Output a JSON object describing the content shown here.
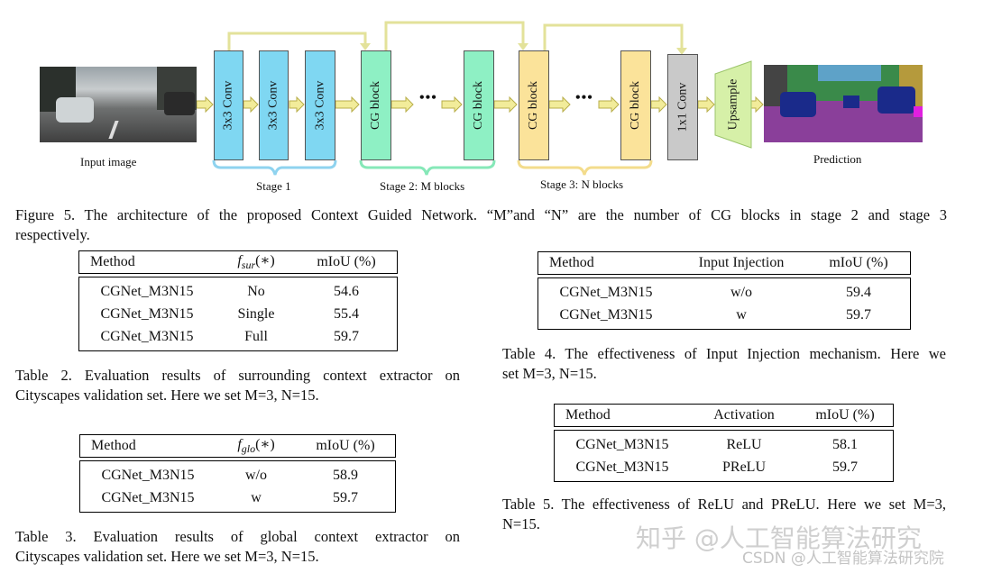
{
  "figure": {
    "input_label": "Input image",
    "prediction_label": "Prediction",
    "blocks": {
      "conv": "3x3 Conv",
      "cg": "CG block",
      "one": "1x1 Conv",
      "up": "Upsample",
      "dots": "•••"
    },
    "stages": [
      "Stage 1",
      "Stage 2: M blocks",
      "Stage 3: N blocks"
    ],
    "caption_line1": "Figure 5. The architecture of the proposed Context Guided Network.  “M”and “N” are the number of CG blocks in stage 2 and stage 3",
    "caption_line2": "respectively."
  },
  "table2": {
    "headers": [
      "Method",
      "f",
      "sur",
      "(∗)",
      "mIoU (%)"
    ],
    "rows": [
      [
        "CGNet_M3N15",
        "No",
        "54.6"
      ],
      [
        "CGNet_M3N15",
        "Single",
        "55.4"
      ],
      [
        "CGNet_M3N15",
        "Full",
        "59.7"
      ]
    ],
    "caption_line1": "Table 2. Evaluation results of surrounding context extractor on",
    "caption_line2": "Cityscapes validation set. Here we set M=3, N=15."
  },
  "table3": {
    "headers": [
      "Method",
      "f",
      "glo",
      "(∗)",
      "mIoU (%)"
    ],
    "rows": [
      [
        "CGNet_M3N15",
        "w/o",
        "58.9"
      ],
      [
        "CGNet_M3N15",
        "w",
        "59.7"
      ]
    ],
    "caption_line1": "Table 3. Evaluation results of global context extractor on",
    "caption_line2": "Cityscapes validation set. Here we set M=3, N=15."
  },
  "table4": {
    "headers": [
      "Method",
      "Input Injection",
      "mIoU (%)"
    ],
    "rows": [
      [
        "CGNet_M3N15",
        "w/o",
        "59.4"
      ],
      [
        "CGNet_M3N15",
        "w",
        "59.7"
      ]
    ],
    "caption_line1": "Table 4. The effectiveness of Input Injection mechanism. Here we",
    "caption_line2": "set M=3, N=15."
  },
  "table5": {
    "headers": [
      "Method",
      "Activation",
      "mIoU (%)"
    ],
    "rows": [
      [
        "CGNet_M3N15",
        "ReLU",
        "58.1"
      ],
      [
        "CGNet_M3N15",
        "PReLU",
        "59.7"
      ]
    ],
    "caption_line1": "Table 5. The effectiveness of ReLU and PReLU. Here we set M=3,",
    "caption_line2": "N=15."
  },
  "watermark": {
    "zhihu": "知乎 @人工智能算法研究",
    "csdn": "CSDN @人工智能算法研究院"
  },
  "colors": {
    "conv": "#7fd7f2",
    "cg_stage2": "#8ef0c4",
    "cg_stage3": "#fbe39a",
    "conv1x1": "#c9c9c9",
    "upsample": "#d6f0a8",
    "arrow": "#e6e08a",
    "brace_stage1": "#8fd3ef",
    "brace_stage2": "#86e8b8",
    "brace_stage3": "#f3dc8c"
  }
}
